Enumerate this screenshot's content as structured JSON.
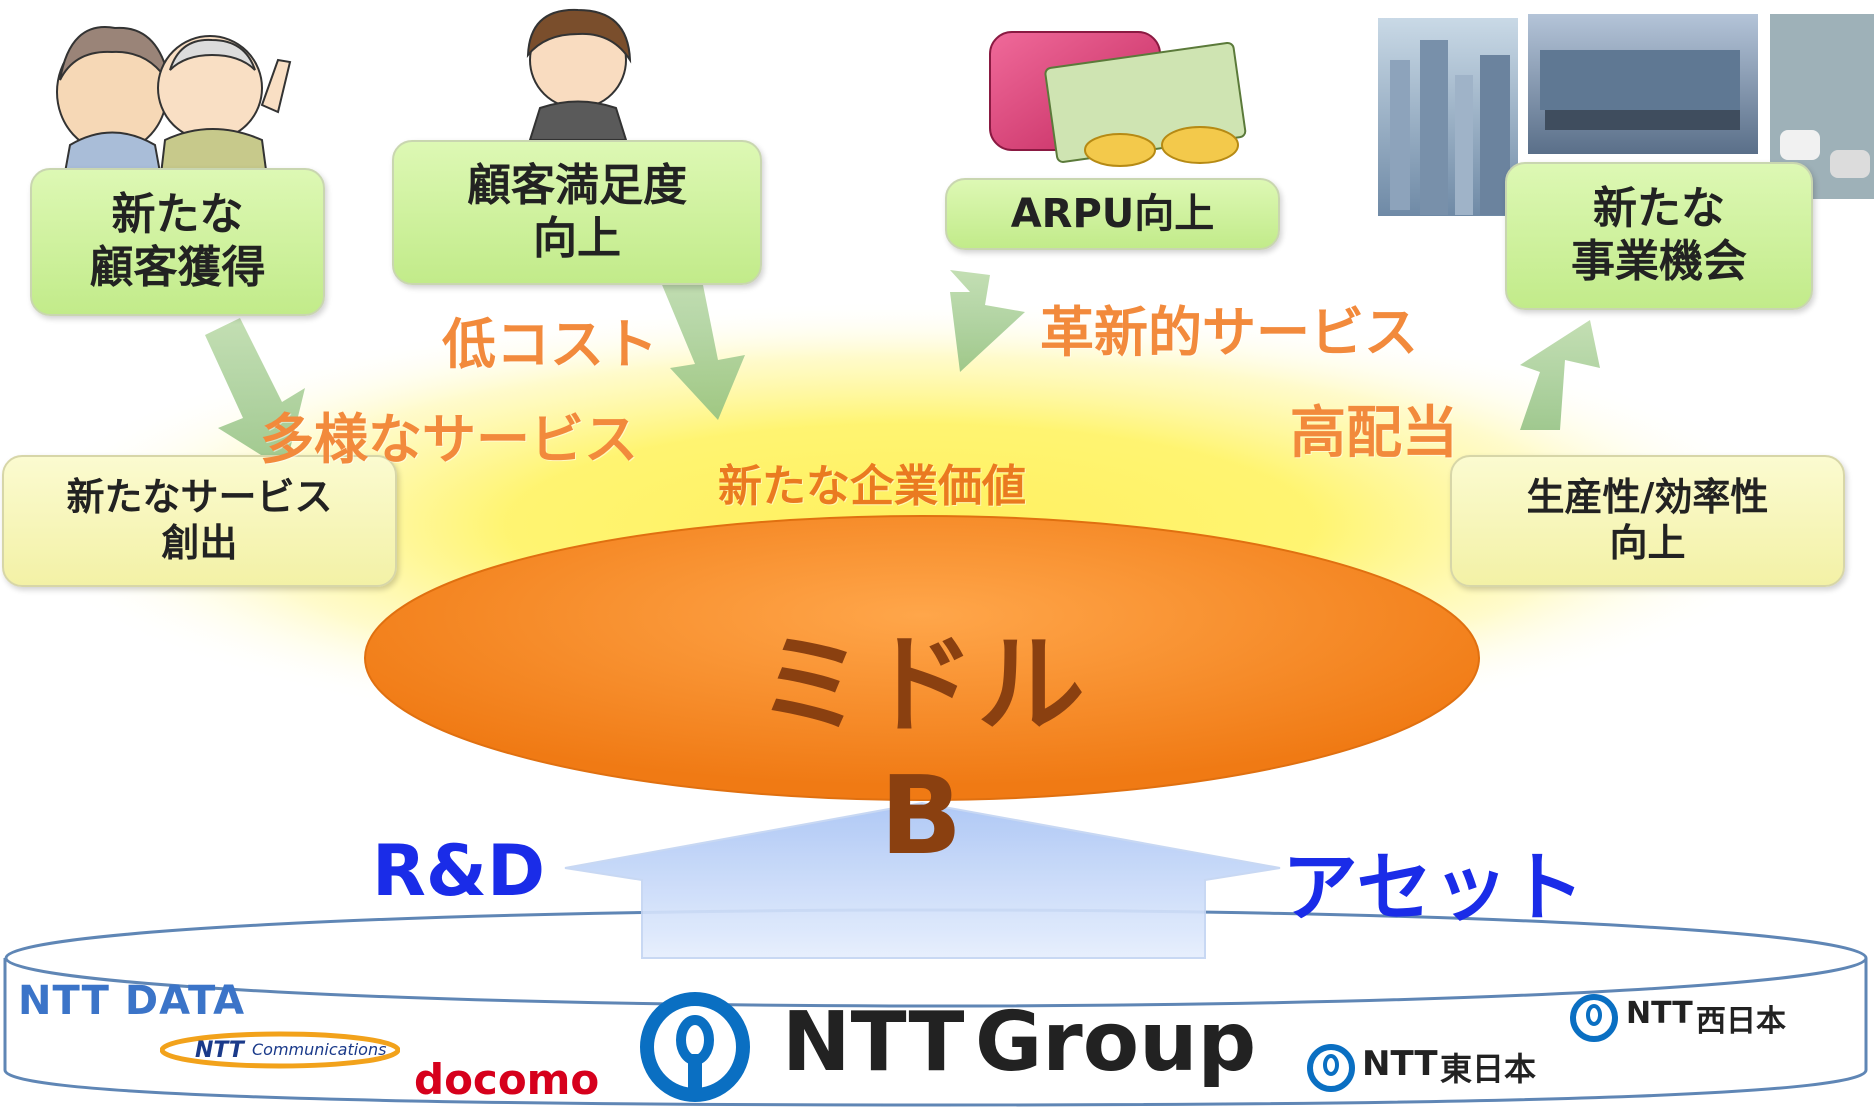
{
  "boxes": {
    "new_customers": "新たな\n顧客獲得",
    "satisfaction": "顧客満足度\n向上",
    "arpu": "ARPU向上",
    "new_business": "新たな\n事業機会",
    "new_service": "新たなサービス\n創出",
    "productivity": "生産性/効率性\n向上"
  },
  "labels": {
    "low_cost": "低コスト",
    "diverse_services": "多様なサービス",
    "innovative_service": "革新的サービス",
    "high_dividend": "高配当",
    "new_corporate_value": "新たな企業価値"
  },
  "center": {
    "title": "ミドルB"
  },
  "bottom": {
    "rd": "R&D",
    "asset": "アセット"
  },
  "logos": {
    "ntt_data": "NTT DATA",
    "ntt_communications_brand": "NTT",
    "ntt_communications_word": "Communications",
    "docomo": "docomo",
    "ntt_group_brand": "NTT",
    "ntt_group_word": "Group",
    "ntt_east_brand": "NTT",
    "ntt_east_word": "東日本",
    "ntt_west_brand": "NTT",
    "ntt_west_word": "西日本"
  },
  "colors": {
    "orange_label": "#f28a3c",
    "blue_label": "#1a2ce8",
    "ellipse_orange": "#f5851f",
    "ntt_blue": "#0a6fc2",
    "docomo_red": "#d6001c"
  },
  "images": [
    "elderly-couple-illustration",
    "woman-illustration",
    "wallet-money-illustration",
    "city-photos"
  ]
}
